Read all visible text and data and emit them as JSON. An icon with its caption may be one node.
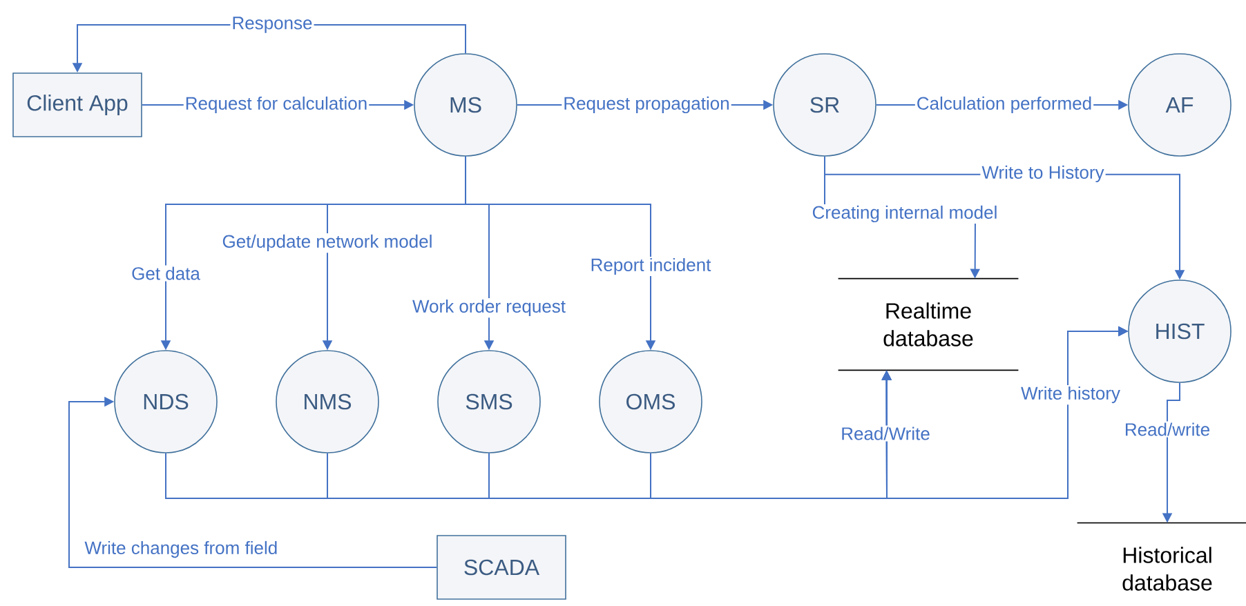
{
  "diagram": {
    "nodes": [
      {
        "text": [
          "Client App"
        ]
      },
      {
        "text": [
          "MS"
        ]
      },
      {
        "text": [
          "SR"
        ]
      },
      {
        "text": [
          "AF"
        ]
      },
      {
        "text": [
          "Realtime database"
        ]
      },
      {
        "text": [
          "HIST"
        ]
      },
      {
        "text": [
          "NDS"
        ]
      },
      {
        "text": [
          "NMS"
        ]
      },
      {
        "text": [
          "SMS"
        ]
      },
      {
        "text": [
          "OMS"
        ]
      },
      {
        "text": [
          "Historical database"
        ]
      },
      {
        "text": [
          "SCADA"
        ]
      }
    ],
    "edges": [
      {
        "from": 1,
        "to": 0,
        "arrow": "to",
        "label": "Response"
      },
      {
        "from": 0,
        "to": 1,
        "arrow": "to",
        "label": "Request for calculation"
      },
      {
        "from": 1,
        "to": 2,
        "arrow": "to",
        "label": "Request propagation"
      },
      {
        "from": 2,
        "to": 3,
        "arrow": "to",
        "label": "Calculation performed"
      },
      {
        "from": 2,
        "to": 4,
        "arrow": "to",
        "label": "Creating internal model"
      },
      {
        "from": 2,
        "to": 5,
        "arrow": "to",
        "label": "Write to History"
      },
      {
        "from": 1,
        "to": 6,
        "arrow": "to",
        "label": "Get data"
      },
      {
        "from": 1,
        "to": 7,
        "arrow": "to",
        "label": "Get/update network model"
      },
      {
        "from": 1,
        "to": 8,
        "arrow": "to",
        "label": "Work order request"
      },
      {
        "from": 1,
        "to": 9,
        "arrow": "to",
        "label": "Report incident"
      },
      {
        "from": 6,
        "to": 4,
        "arrow": "to"
      },
      {
        "from": 7,
        "to": 4,
        "arrow": "to"
      },
      {
        "from": 8,
        "to": 4,
        "arrow": "to"
      },
      {
        "from": 9,
        "to": 4,
        "arrow": "to",
        "label": "Read/Write"
      },
      {
        "from": 6,
        "to": 5,
        "arrow": "to"
      },
      {
        "from": 7,
        "to": 5,
        "arrow": "to"
      },
      {
        "from": 8,
        "to": 5,
        "arrow": "to"
      },
      {
        "from": 9,
        "to": 5,
        "arrow": "to",
        "label": "Write history"
      },
      {
        "from": 5,
        "to": 10,
        "arrow": "to",
        "label": "Read/write"
      },
      {
        "from": 11,
        "to": 6,
        "arrow": "to",
        "label": "Write changes from field"
      }
    ]
  }
}
